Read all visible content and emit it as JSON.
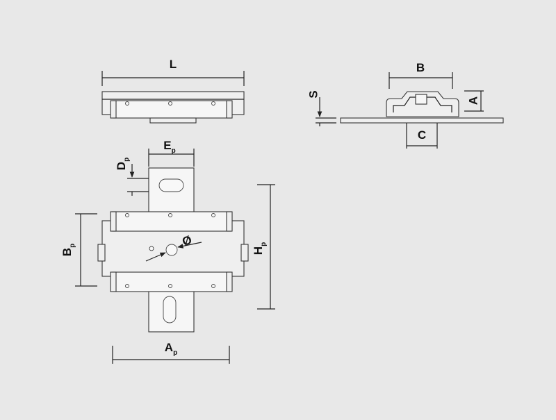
{
  "colors": {
    "background": "#e8e8e8",
    "line": "#222222",
    "part_fill": "#efefef"
  },
  "labels": {
    "L": "L",
    "B": "B",
    "A": "A",
    "S": "S",
    "C": "C",
    "E": "E",
    "E_sub": "p",
    "D": "D",
    "D_sub": "p",
    "B_side": "B",
    "B_side_sub": "p",
    "H": "H",
    "H_sub": "p",
    "A_bottom": "A",
    "A_bottom_sub": "p",
    "phi": "Ø"
  }
}
